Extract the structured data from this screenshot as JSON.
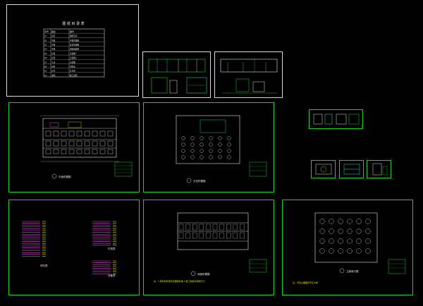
{
  "window": {
    "background": "#000000",
    "sheet_color": "#1fd41f"
  },
  "index_sheet": {
    "title": "图 纸 目 录 表",
    "header_cells": [
      "序号",
      "图名",
      "图号"
    ],
    "rows": [
      [
        "01",
        "目录",
        "图纸目录"
      ],
      [
        "02",
        "平面",
        "平面布置图"
      ],
      [
        "03",
        "平面",
        "天花布置图"
      ],
      [
        "04",
        "平面",
        "地面铺装图"
      ],
      [
        "05",
        "立面",
        "立面图一"
      ],
      [
        "06",
        "立面",
        "立面图二"
      ],
      [
        "07",
        "节点",
        "大样图"
      ],
      [
        "08",
        "材料",
        "材料表"
      ],
      [
        "09",
        "灯具",
        "灯具表"
      ],
      [
        "10",
        "说明",
        "施工说明"
      ]
    ]
  },
  "plan_labels": {
    "plan1": "平面布置图",
    "plan2": "天花布置图",
    "plan3": "地面布置图",
    "plan4": "立面索引图",
    "table1": "材料表",
    "table2": "灯具表",
    "table3": "设备表"
  },
  "notes": {
    "plan3_note": "注：1.所有材料须符合国家标准 2.施工前核对现场尺寸",
    "plan4_note": "注：详见立面图及节点大样"
  },
  "icons": [
    "north-arrow-icon",
    "scale-bar-icon"
  ]
}
